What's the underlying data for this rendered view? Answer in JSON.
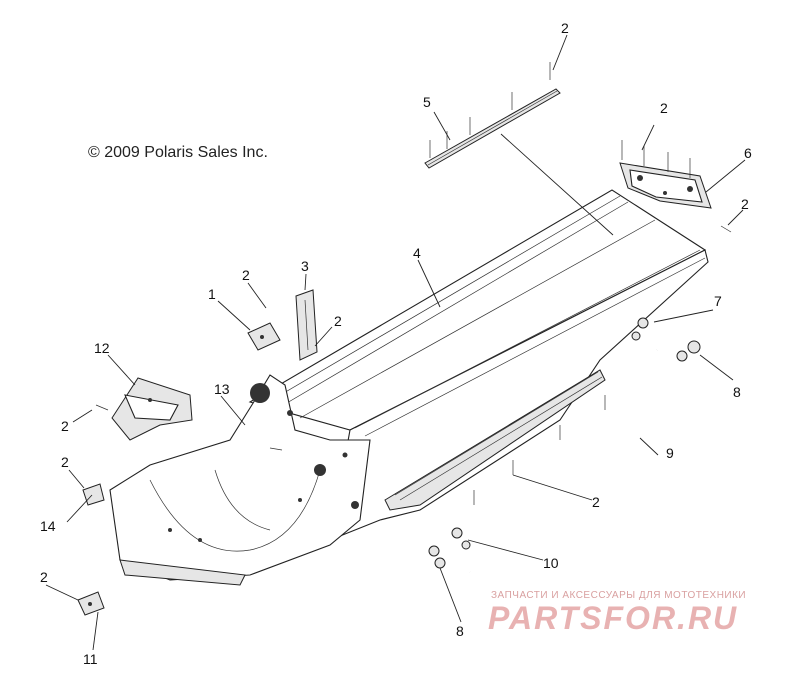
{
  "copyright": "© 2009 Polaris Sales Inc.",
  "callouts": {
    "c1": "1",
    "c2a": "2",
    "c2b": "2",
    "c2c": "2",
    "c2d": "2",
    "c2e": "2",
    "c2f": "2",
    "c2g": "2",
    "c2h": "2",
    "c2i": "2",
    "c3": "3",
    "c4": "4",
    "c5": "5",
    "c6": "6",
    "c7": "7",
    "c8a": "8",
    "c8b": "8",
    "c9": "9",
    "c10": "10",
    "c11": "11",
    "c12": "12",
    "c13": "13",
    "c14": "14"
  },
  "watermark": {
    "tagline": "ЗАПЧАСТИ И АКСЕССУАРЫ ДЛЯ МОТОТЕХНИКИ",
    "logo": "PARTSFOR.RU"
  }
}
